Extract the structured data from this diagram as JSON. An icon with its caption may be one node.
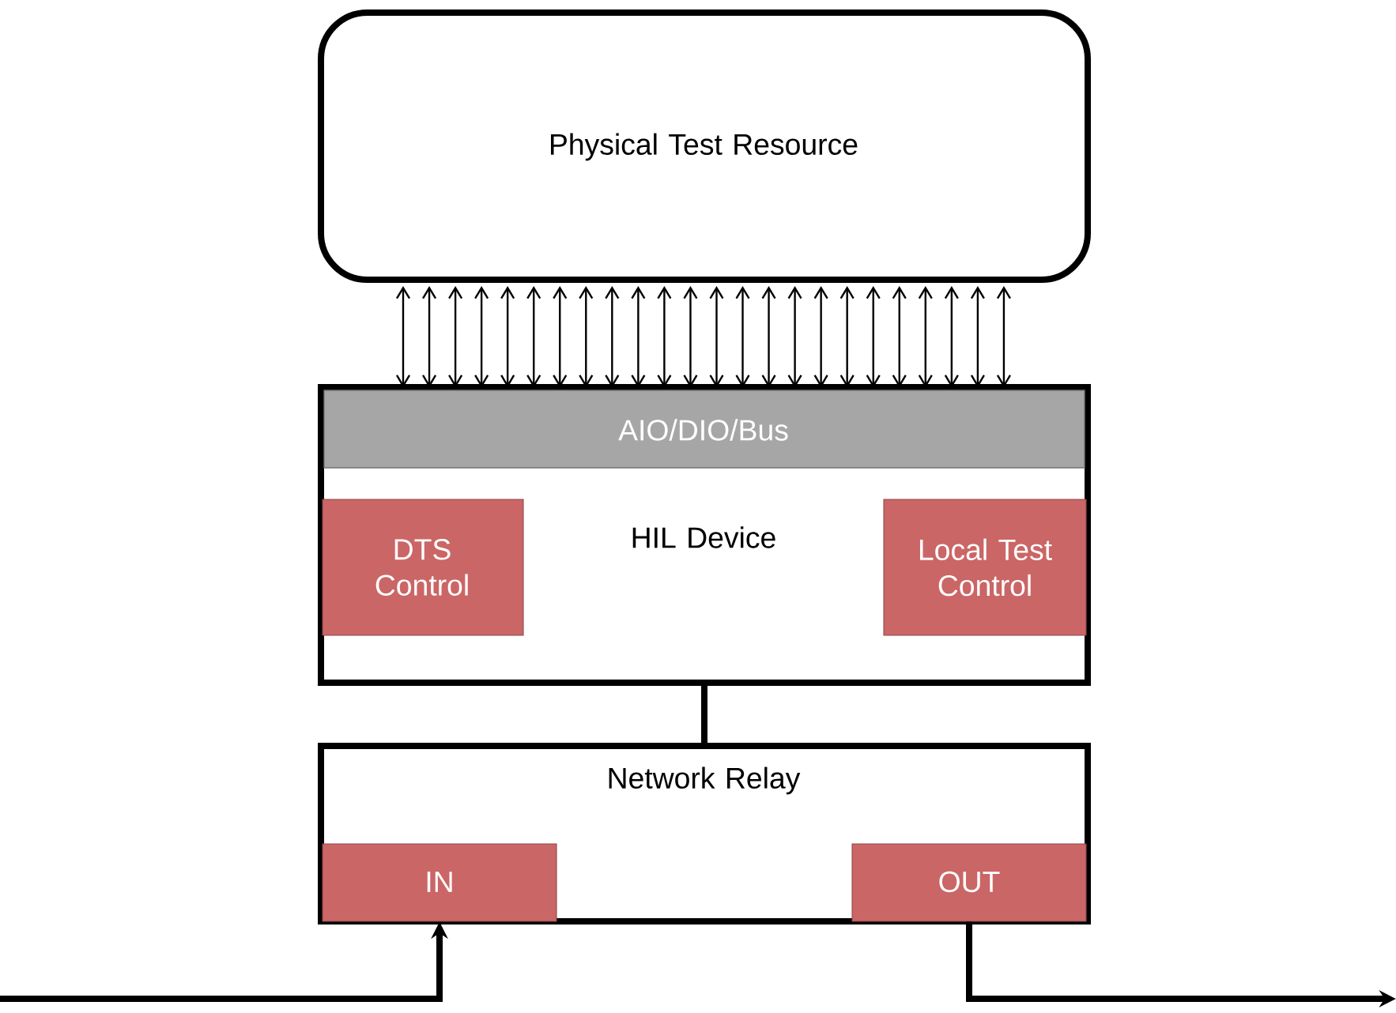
{
  "diagram": {
    "nodes": [
      {
        "text": [
          "Physical Test Resource"
        ]
      },
      {
        "text": [
          "HIL Device"
        ]
      },
      {
        "text": [
          "AIO/DIO/Bus"
        ],
        "in": 1
      },
      {
        "text": [
          "DTS Control"
        ],
        "in": 1
      },
      {
        "text": [
          "Local Test Control"
        ],
        "in": 1
      },
      {
        "text": [
          "Network Relay"
        ]
      },
      {
        "text": [
          "IN"
        ],
        "in": 5
      },
      {
        "text": [
          "OUT"
        ],
        "in": 5
      }
    ],
    "edges": [
      {
        "from": 0,
        "to": 2,
        "arrow": "both"
      },
      {
        "from": 0,
        "to": 2,
        "arrow": "both"
      },
      {
        "from": 0,
        "to": 2,
        "arrow": "both"
      },
      {
        "from": 0,
        "to": 2,
        "arrow": "both"
      },
      {
        "from": 0,
        "to": 2,
        "arrow": "both"
      },
      {
        "from": 0,
        "to": 2,
        "arrow": "both"
      },
      {
        "from": 0,
        "to": 2,
        "arrow": "both"
      },
      {
        "from": 0,
        "to": 2,
        "arrow": "both"
      },
      {
        "from": 0,
        "to": 2,
        "arrow": "both"
      },
      {
        "from": 0,
        "to": 2,
        "arrow": "both"
      },
      {
        "from": 0,
        "to": 2,
        "arrow": "both"
      },
      {
        "from": 0,
        "to": 2,
        "arrow": "both"
      },
      {
        "from": 0,
        "to": 2,
        "arrow": "both"
      },
      {
        "from": 0,
        "to": 2,
        "arrow": "both"
      },
      {
        "from": 0,
        "to": 2,
        "arrow": "both"
      },
      {
        "from": 0,
        "to": 2,
        "arrow": "both"
      },
      {
        "from": 0,
        "to": 2,
        "arrow": "both"
      },
      {
        "from": 0,
        "to": 2,
        "arrow": "both"
      },
      {
        "from": 0,
        "to": 2,
        "arrow": "both"
      },
      {
        "from": 0,
        "to": 2,
        "arrow": "both"
      },
      {
        "from": 0,
        "to": 2,
        "arrow": "both"
      },
      {
        "from": 0,
        "to": 2,
        "arrow": "both"
      },
      {
        "from": 0,
        "to": 2,
        "arrow": "both"
      },
      {
        "from": 0,
        "to": 2,
        "arrow": "both"
      },
      {
        "from": 1,
        "to": 5,
        "arrow": "none",
        "style": "thick"
      },
      {
        "from": null,
        "to": 6,
        "arrow": "to",
        "style": "thick"
      },
      {
        "from": 7,
        "to": null,
        "arrow": "to",
        "style": "thick"
      }
    ]
  }
}
